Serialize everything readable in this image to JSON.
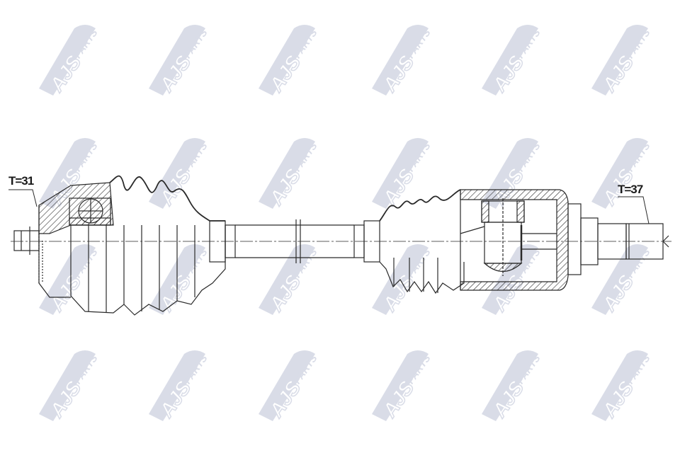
{
  "diagram": {
    "type": "technical-drawing",
    "subject": "drive shaft (CV axle) cross-section",
    "labels": {
      "left_teeth": "T=31",
      "right_teeth": "T=37"
    },
    "watermark": {
      "brand_main": "AJS",
      "brand_sub": "PARTS",
      "color": "#8a96b8",
      "rows": 4,
      "columns": 6
    },
    "colors": {
      "line": "#2a2a2a",
      "background": "#ffffff"
    }
  }
}
